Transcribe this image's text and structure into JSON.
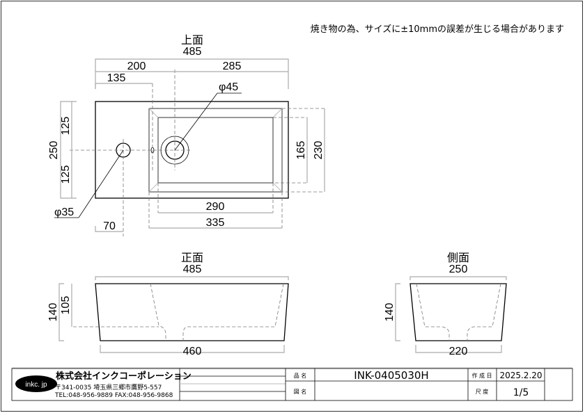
{
  "note": "焼き物の為、サイズに±10mmの誤差が生じる場合があります",
  "top_view": {
    "title": "上面",
    "overall_width": "485",
    "left_width": "200",
    "right_width": "285",
    "faucet_offset": "135",
    "drain_diameter": "φ45",
    "faucet_hole_diameter": "φ35",
    "overall_depth": "250",
    "half_depth_top": "125",
    "half_depth_bottom": "125",
    "basin_inner_depth": "165",
    "basin_outer_depth": "230",
    "faucet_x": "70",
    "basin_inner_width": "290",
    "basin_outer_width": "335"
  },
  "front_view": {
    "title": "正面",
    "top_width": "485",
    "bottom_width": "460",
    "height": "140",
    "basin_depth": "105"
  },
  "side_view": {
    "title": "側面",
    "top_width": "250",
    "bottom_width": "220",
    "height": "140"
  },
  "title_block": {
    "logo": "inkc. jp",
    "company": "株式会社インクコーポレーション",
    "address": "〒341-0035 埼玉県三郷市鷹野5-557",
    "contact": "TEL:048-956-9889  FAX:048-956-9868",
    "product_name_label": "品 名",
    "product_name": "INK-0405030H",
    "drawing_name_label": "図 名",
    "drawing_name": "",
    "date_label": "作 成 日",
    "date": "2025.2.20",
    "scale_label": "尺 度",
    "scale": "1/5"
  }
}
